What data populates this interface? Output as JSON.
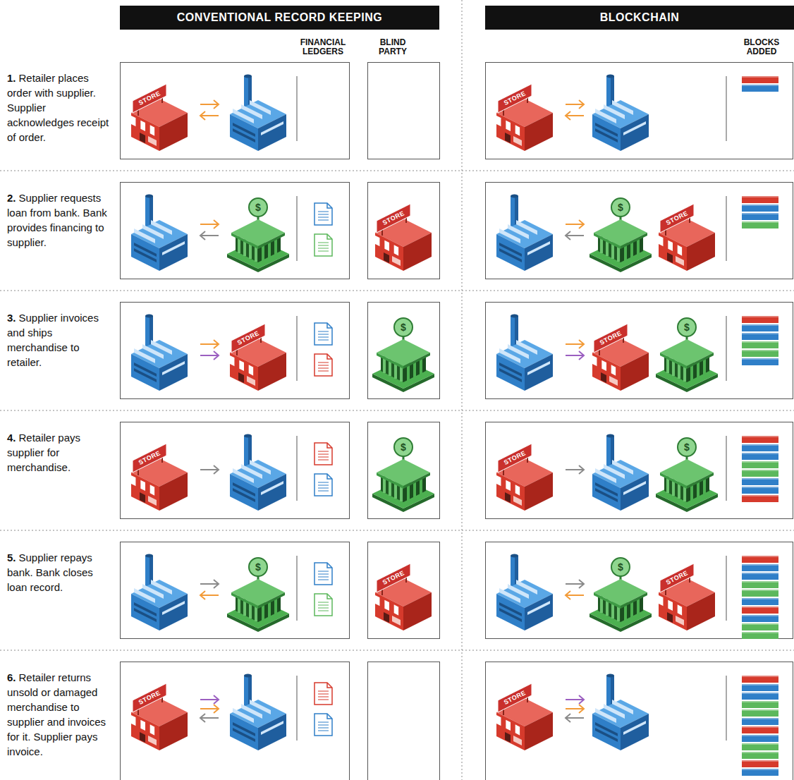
{
  "diagram": {
    "nodes": [
      {
        "text": [
          "CONVENTIONAL RECORD KEEPING"
        ]
      },
      {
        "text": [
          "BLOCKCHAIN"
        ]
      }
    ],
    "labels": [
      "FINANCIAL LEDGERS",
      "BLIND PARTY",
      "BLOCKS ADDED",
      "1.",
      "Retailer places order with supplier. Supplier acknowledges receipt of order.",
      "STORE",
      "STORE",
      "2.",
      "Supplier requests loan from bank. Bank provides financing to supplier.",
      "$",
      "STORE",
      "$",
      "STORE",
      "3.",
      "Supplier invoices and ships merchandise to retailer.",
      "STORE",
      "$",
      "STORE",
      "$",
      "4.",
      "Retailer pays supplier for merchandise.",
      "STORE",
      "$",
      "STORE",
      "$",
      "5.",
      "Supplier repays bank. Bank closes loan record.",
      "$",
      "STORE",
      "$",
      "STORE",
      "6.",
      "Retailer returns unsold or damaged merchandise to supplier and invoices for it. Supplier pays invoice.",
      "STORE",
      "STORE"
    ]
  }
}
